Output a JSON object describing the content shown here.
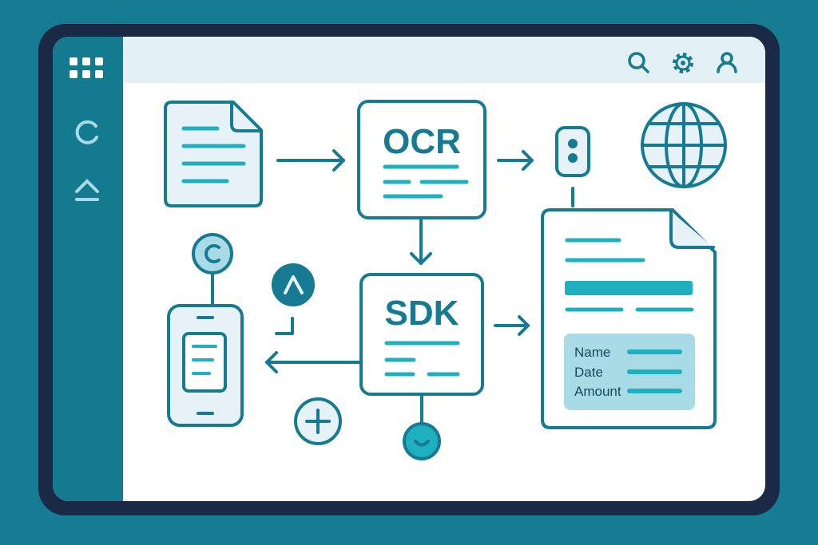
{
  "sidebar": {
    "icons": [
      "apps-grid-icon",
      "refresh-icon",
      "eject-icon"
    ]
  },
  "topbar": {
    "icons": [
      "search-icon",
      "gear-icon",
      "user-icon"
    ]
  },
  "diagram": {
    "ocr_label": "OCR",
    "sdk_label": "SDK",
    "form_fields": [
      "Name",
      "Date",
      "Amount"
    ]
  },
  "colors": {
    "background": "#167c94",
    "frame": "#1a2a44",
    "stroke": "#177a93",
    "accent": "#1fb0bf",
    "light": "#e6f2f8",
    "form": "#a8dbe6"
  }
}
